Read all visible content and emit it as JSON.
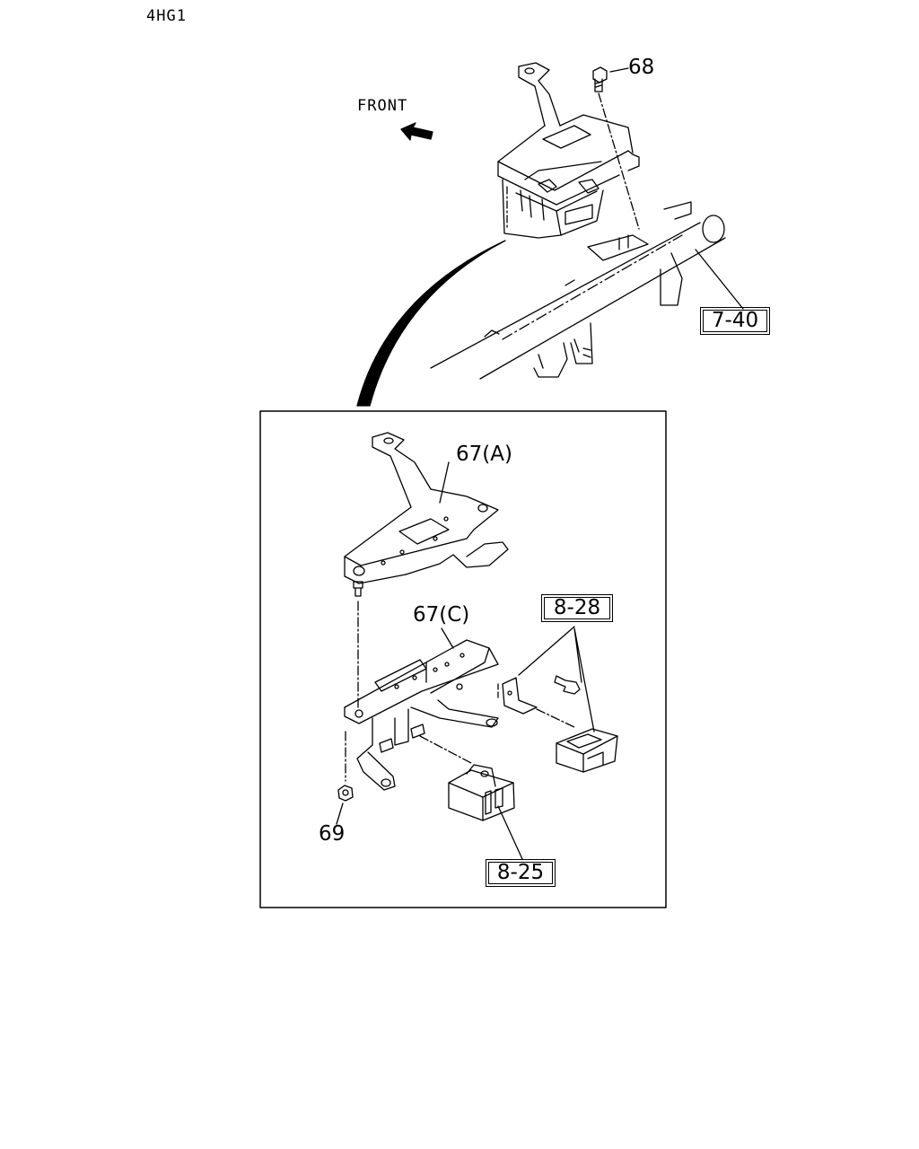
{
  "header": {
    "engine_code": "4HG1"
  },
  "direction_label": "FRONT",
  "callouts": {
    "bolt": "68",
    "nut": "69",
    "bracket_a": "67(A)",
    "bracket_c": "67(C)"
  },
  "references": {
    "crossmember": "7-40",
    "relay_connector": "8-28",
    "module": "8-25"
  }
}
